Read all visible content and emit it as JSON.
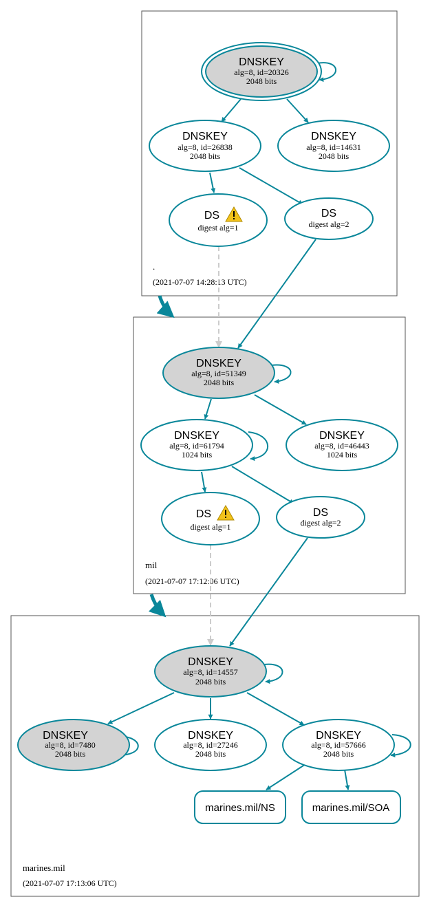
{
  "zones": [
    {
      "name": ".",
      "timestamp": "(2021-07-07 14:28:13 UTC)"
    },
    {
      "name": "mil",
      "timestamp": "(2021-07-07 17:12:06 UTC)"
    },
    {
      "name": "marines.mil",
      "timestamp": "(2021-07-07 17:13:06 UTC)"
    }
  ],
  "nodes": {
    "root_ksk": {
      "type": "DNSKEY",
      "line1": "alg=8, id=20326",
      "line2": "2048 bits"
    },
    "root_zsk1": {
      "type": "DNSKEY",
      "line1": "alg=8, id=26838",
      "line2": "2048 bits"
    },
    "root_zsk2": {
      "type": "DNSKEY",
      "line1": "alg=8, id=14631",
      "line2": "2048 bits"
    },
    "root_ds1": {
      "type": "DS",
      "line1": "digest alg=1"
    },
    "root_ds2": {
      "type": "DS",
      "line1": "digest alg=2"
    },
    "mil_ksk": {
      "type": "DNSKEY",
      "line1": "alg=8, id=51349",
      "line2": "2048 bits"
    },
    "mil_zsk1": {
      "type": "DNSKEY",
      "line1": "alg=8, id=61794",
      "line2": "1024 bits"
    },
    "mil_zsk2": {
      "type": "DNSKEY",
      "line1": "alg=8, id=46443",
      "line2": "1024 bits"
    },
    "mil_ds1": {
      "type": "DS",
      "line1": "digest alg=1"
    },
    "mil_ds2": {
      "type": "DS",
      "line1": "digest alg=2"
    },
    "mar_ksk": {
      "type": "DNSKEY",
      "line1": "alg=8, id=14557",
      "line2": "2048 bits"
    },
    "mar_k1": {
      "type": "DNSKEY",
      "line1": "alg=8, id=7480",
      "line2": "2048 bits"
    },
    "mar_k2": {
      "type": "DNSKEY",
      "line1": "alg=8, id=27246",
      "line2": "2048 bits"
    },
    "mar_k3": {
      "type": "DNSKEY",
      "line1": "alg=8, id=57666",
      "line2": "2048 bits"
    }
  },
  "rrsets": {
    "ns": "marines.mil/NS",
    "soa": "marines.mil/SOA"
  },
  "icons": {
    "warning": "warning-icon"
  },
  "colors": {
    "edge": "#0a879a",
    "sep_fill": "#d3d3d3",
    "dashed": "#cccccc",
    "warning": "#f2c21b"
  }
}
